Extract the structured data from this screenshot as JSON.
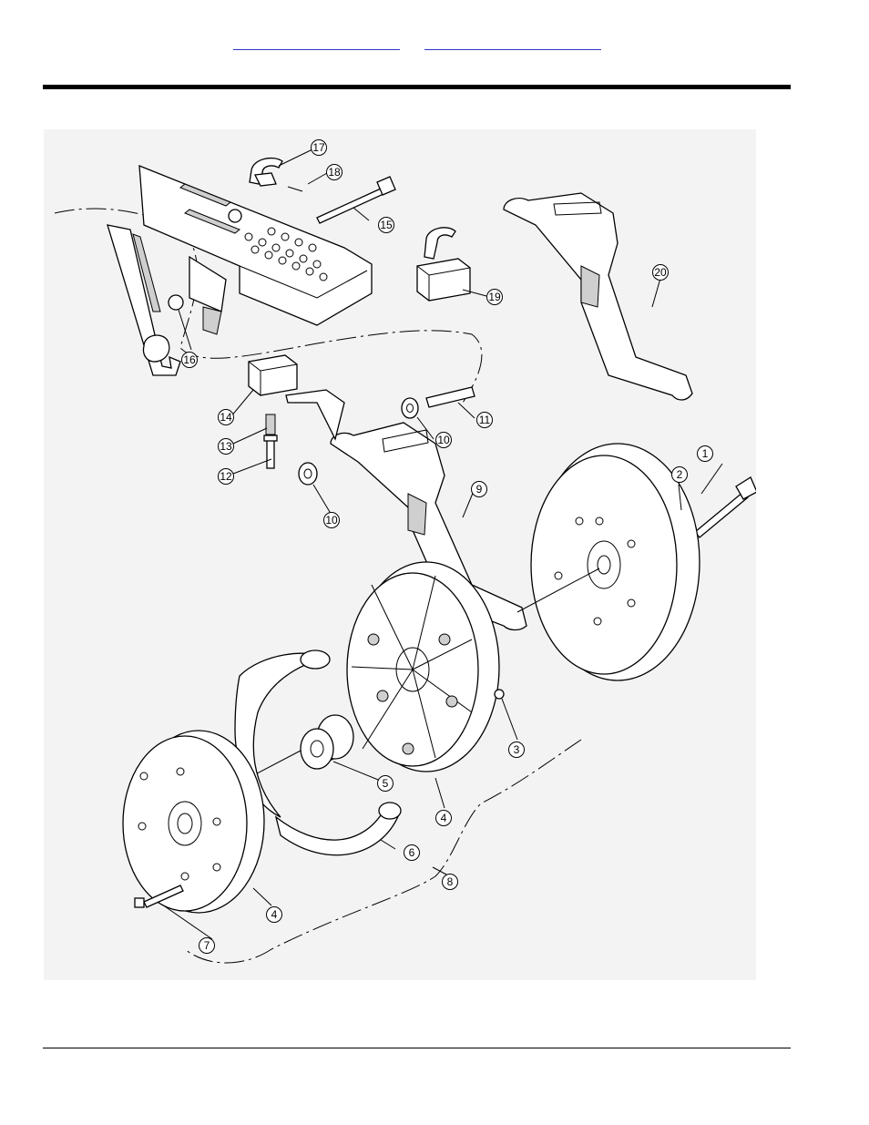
{
  "header": {
    "links": [
      "",
      ""
    ]
  },
  "figure": {
    "callouts": [
      "1",
      "2",
      "3",
      "4",
      "4",
      "5",
      "6",
      "7",
      "8",
      "9",
      "10",
      "10",
      "11",
      "12",
      "13",
      "14",
      "15",
      "16",
      "17",
      "18",
      "19",
      "20"
    ]
  }
}
